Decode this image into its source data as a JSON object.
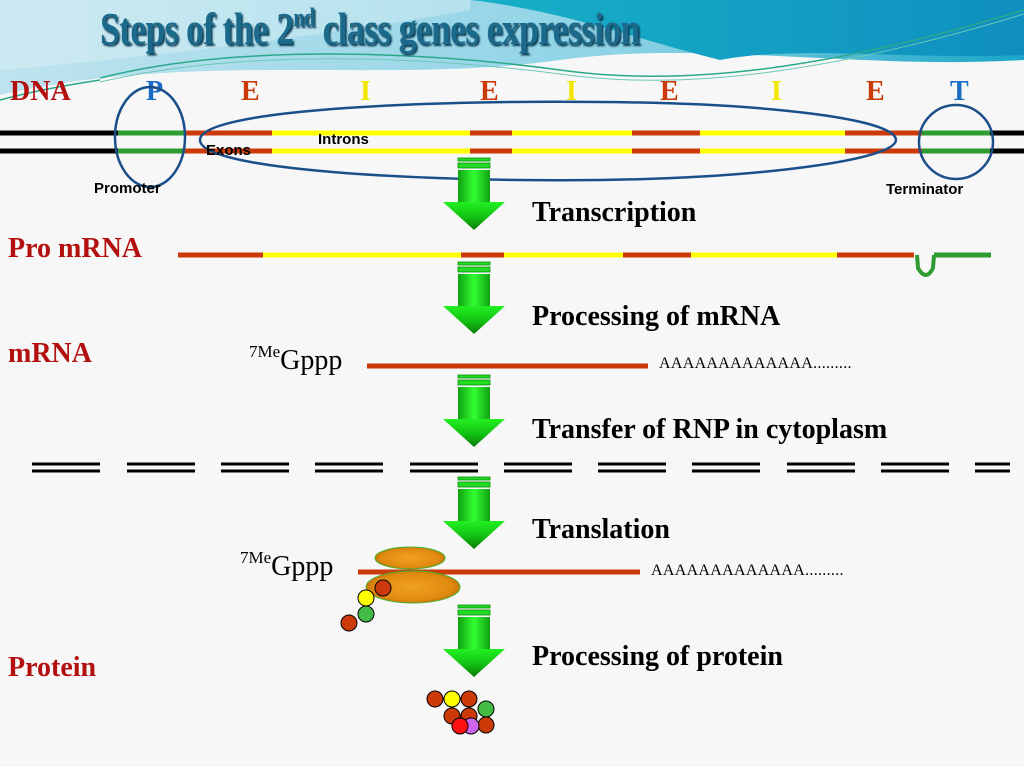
{
  "title": {
    "prefix": "Steps of the 2",
    "superscript": "nd",
    "suffix": " class genes expression"
  },
  "colors": {
    "exon": "#cc3a0a",
    "intron": "#ffff00",
    "regulatory": "#2e9b33",
    "flank": "#000000",
    "circle": "#1b4f8a",
    "arrow": "#19c619",
    "label_red": "#b40f0f",
    "letter_blue": "#1a6cc7",
    "ribosome": "#e08a10"
  },
  "dna": {
    "label": "DNA",
    "region_letters": [
      {
        "text": "P",
        "kind": "promoter"
      },
      {
        "text": "E",
        "kind": "exon"
      },
      {
        "text": "I",
        "kind": "intron"
      },
      {
        "text": "E",
        "kind": "exon"
      },
      {
        "text": "I",
        "kind": "intron"
      },
      {
        "text": "E",
        "kind": "exon"
      },
      {
        "text": "I",
        "kind": "intron"
      },
      {
        "text": "E",
        "kind": "exon"
      },
      {
        "text": "T",
        "kind": "terminator"
      }
    ],
    "annotations": {
      "exons": "Exons",
      "introns": "Introns",
      "promoter": "Promoter",
      "terminator": "Terminator"
    }
  },
  "rows": {
    "pro_mrna": "Pro mRNA",
    "mrna": "mRNA",
    "protein": "Protein"
  },
  "steps": [
    "Transcription",
    "Processing of mRNA",
    "Transfer of RNP in cytoplasm",
    "Translation",
    "Processing of protein"
  ],
  "cap": {
    "superscript": "7Me",
    "text": "Gppp"
  },
  "poly_a_tail": "AAAAAAAAAAAAA.........",
  "nascent_chain_residues": [
    "red",
    "yellow",
    "green",
    "red"
  ],
  "protein_residues": [
    "red",
    "yellow",
    "red",
    "green",
    "red",
    "red",
    "red",
    "violet",
    "red"
  ]
}
